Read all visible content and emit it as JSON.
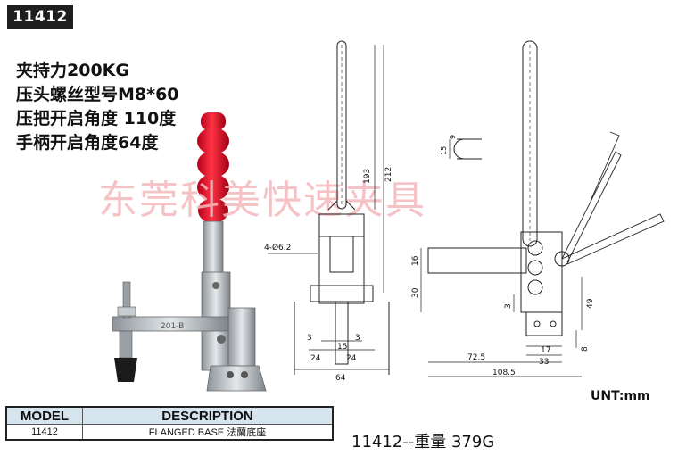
{
  "model_badge": "11412",
  "specs": [
    "夹持力200KG",
    "压头螺丝型号M8*60",
    "压把开启角度 110度",
    "手柄开启角度64度"
  ],
  "watermark": "东莞科美快速夹具",
  "photo": {
    "stamp": "201-B"
  },
  "drawing": {
    "dims": {
      "hole": "4-Ø6.2",
      "d193": "193",
      "d212": "212",
      "d15": "15",
      "d9": "9",
      "d16": "16",
      "d30": "30",
      "d3a": "3",
      "d3b": "3",
      "d3c": "3",
      "d15b": "15",
      "d24a": "24",
      "d24b": "24",
      "d64": "64",
      "d49": "49",
      "d17": "17",
      "d8": "8",
      "d72_5": "72.5",
      "d33": "33",
      "d108_5": "108.5"
    }
  },
  "unit_label": "UNT:mm",
  "table": {
    "headers": [
      "MODEL",
      "DESCRIPTION"
    ],
    "row": [
      "11412",
      "FLANGED BASE  法蘭底座"
    ]
  },
  "weight_text": "11412--重量 379G"
}
